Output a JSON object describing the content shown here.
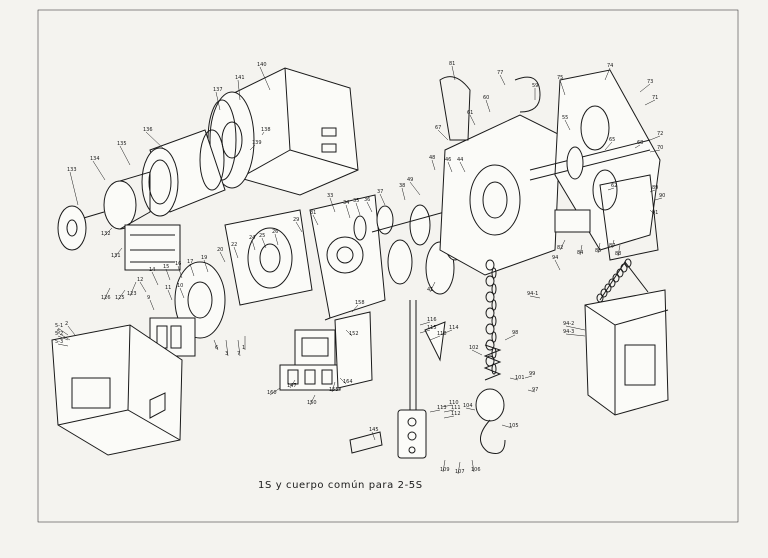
{
  "caption": "1S y cuerpo común para 2-5S",
  "part_numbers": [
    {
      "id": "p140",
      "text": "140"
    },
    {
      "id": "p141",
      "text": "141"
    },
    {
      "id": "p137",
      "text": "137"
    },
    {
      "id": "p139",
      "text": "139"
    },
    {
      "id": "p138",
      "text": "138"
    },
    {
      "id": "p136",
      "text": "136"
    },
    {
      "id": "p135",
      "text": "135"
    },
    {
      "id": "p134",
      "text": "134"
    },
    {
      "id": "p133",
      "text": "133"
    },
    {
      "id": "p132",
      "text": "132"
    },
    {
      "id": "p131",
      "text": "131"
    },
    {
      "id": "p126",
      "text": "126"
    },
    {
      "id": "p125",
      "text": "125"
    },
    {
      "id": "p123",
      "text": "123"
    },
    {
      "id": "p81",
      "text": "81"
    },
    {
      "id": "p77",
      "text": "77"
    },
    {
      "id": "p75",
      "text": "75"
    },
    {
      "id": "p74",
      "text": "74"
    },
    {
      "id": "p73",
      "text": "73"
    },
    {
      "id": "p71",
      "text": "71"
    },
    {
      "id": "p67",
      "text": "67"
    },
    {
      "id": "p61",
      "text": "61"
    },
    {
      "id": "p60",
      "text": "60"
    },
    {
      "id": "p59",
      "text": "59"
    },
    {
      "id": "p55",
      "text": "55"
    },
    {
      "id": "p49",
      "text": "49"
    },
    {
      "id": "p48",
      "text": "48"
    },
    {
      "id": "p46",
      "text": "46"
    },
    {
      "id": "p44",
      "text": "44"
    },
    {
      "id": "p41",
      "text": "41"
    },
    {
      "id": "p38",
      "text": "38"
    },
    {
      "id": "p37",
      "text": "37"
    },
    {
      "id": "p36",
      "text": "36"
    },
    {
      "id": "p35",
      "text": "35"
    },
    {
      "id": "p34",
      "text": "34"
    },
    {
      "id": "p33",
      "text": "33"
    },
    {
      "id": "p31",
      "text": "31"
    },
    {
      "id": "p29",
      "text": "29"
    },
    {
      "id": "p26",
      "text": "26"
    },
    {
      "id": "p25",
      "text": "25"
    },
    {
      "id": "p24",
      "text": "24"
    },
    {
      "id": "p22",
      "text": "22"
    },
    {
      "id": "p20",
      "text": "20"
    },
    {
      "id": "p19",
      "text": "19"
    },
    {
      "id": "p17",
      "text": "17"
    },
    {
      "id": "p16",
      "text": "16"
    },
    {
      "id": "p15",
      "text": "15"
    },
    {
      "id": "p14",
      "text": "14"
    },
    {
      "id": "p12",
      "text": "12"
    },
    {
      "id": "p11",
      "text": "11"
    },
    {
      "id": "p10",
      "text": "10"
    },
    {
      "id": "p9",
      "text": "9"
    },
    {
      "id": "p7",
      "text": "7"
    },
    {
      "id": "p6",
      "text": "6"
    },
    {
      "id": "p5",
      "text": "5"
    },
    {
      "id": "p3",
      "text": "3"
    },
    {
      "id": "p2",
      "text": "2"
    },
    {
      "id": "p1",
      "text": "1"
    },
    {
      "id": "p5_1",
      "text": "5-1"
    },
    {
      "id": "p5_2",
      "text": "5-2"
    },
    {
      "id": "p5_3",
      "text": "5-3"
    },
    {
      "id": "p164",
      "text": "164"
    },
    {
      "id": "p160",
      "text": "160"
    },
    {
      "id": "p158",
      "text": "158"
    },
    {
      "id": "p155",
      "text": "155"
    },
    {
      "id": "p152",
      "text": "152"
    },
    {
      "id": "p150",
      "text": "150"
    },
    {
      "id": "p147",
      "text": "147"
    },
    {
      "id": "p145",
      "text": "145"
    },
    {
      "id": "p118",
      "text": "118"
    },
    {
      "id": "p116",
      "text": "116"
    },
    {
      "id": "p115",
      "text": "115"
    },
    {
      "id": "p114",
      "text": "114"
    },
    {
      "id": "p113",
      "text": "113"
    },
    {
      "id": "p112",
      "text": "112"
    },
    {
      "id": "p111",
      "text": "111"
    },
    {
      "id": "p110",
      "text": "110"
    },
    {
      "id": "p109",
      "text": "109"
    },
    {
      "id": "p107",
      "text": "107"
    },
    {
      "id": "p106",
      "text": "106"
    },
    {
      "id": "p105",
      "text": "105"
    },
    {
      "id": "p104",
      "text": "104"
    },
    {
      "id": "p102",
      "text": "102"
    },
    {
      "id": "p101",
      "text": "101"
    },
    {
      "id": "p99",
      "text": "99"
    },
    {
      "id": "p98",
      "text": "98"
    },
    {
      "id": "p97",
      "text": "97"
    },
    {
      "id": "p94",
      "text": "94"
    },
    {
      "id": "p94_1",
      "text": "94-1"
    },
    {
      "id": "p94_2",
      "text": "94-2"
    },
    {
      "id": "p94_3",
      "text": "94-3"
    },
    {
      "id": "p91",
      "text": "91"
    },
    {
      "id": "p90",
      "text": "90"
    },
    {
      "id": "p89",
      "text": "89"
    },
    {
      "id": "p88",
      "text": "88"
    },
    {
      "id": "p87",
      "text": "87"
    },
    {
      "id": "p85",
      "text": "85"
    },
    {
      "id": "p84",
      "text": "84"
    },
    {
      "id": "p82",
      "text": "82"
    },
    {
      "id": "p72",
      "text": "72"
    },
    {
      "id": "p70",
      "text": "70"
    },
    {
      "id": "p68",
      "text": "68"
    },
    {
      "id": "p65",
      "text": "65"
    },
    {
      "id": "p62",
      "text": "62"
    }
  ]
}
